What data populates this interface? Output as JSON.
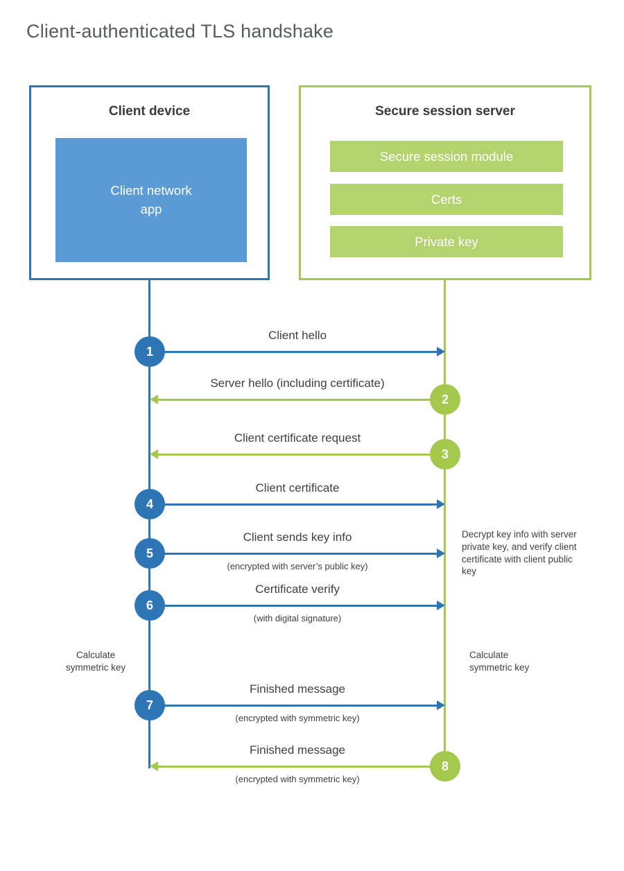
{
  "title": "Client-authenticated TLS handshake",
  "colors": {
    "blue": "#2e75b6",
    "blue_fill": "#5b9bd5",
    "green": "#a3c84c",
    "green_fill": "#b3d36e"
  },
  "client": {
    "title": "Client device",
    "app_label": "Client network\napp"
  },
  "server": {
    "title": "Secure session server",
    "modules": [
      "Secure session module",
      "Certs",
      "Private key"
    ]
  },
  "steps": [
    {
      "num": "1",
      "from": "client",
      "label": "Client hello"
    },
    {
      "num": "2",
      "from": "server",
      "label": "Server hello (including certificate)"
    },
    {
      "num": "3",
      "from": "server",
      "label": "Client certificate request"
    },
    {
      "num": "4",
      "from": "client",
      "label": "Client certificate"
    },
    {
      "num": "5",
      "from": "client",
      "label": "Client sends key info",
      "sub": "(encrypted with server’s public key)"
    },
    {
      "num": "6",
      "from": "client",
      "label": "Certificate verify",
      "sub": "(with digital signature)"
    },
    {
      "num": "7",
      "from": "client",
      "label": "Finished message",
      "sub": "(encrypted with symmetric key)"
    },
    {
      "num": "8",
      "from": "server",
      "label": "Finished message",
      "sub": "(encrypted with symmetric key)"
    }
  ],
  "annotations": {
    "decrypt": "Decrypt key info with server private key, and verify client certificate with client public key",
    "calc_client": "Calculate symmetric key",
    "calc_server": "Calculate symmetric key"
  }
}
